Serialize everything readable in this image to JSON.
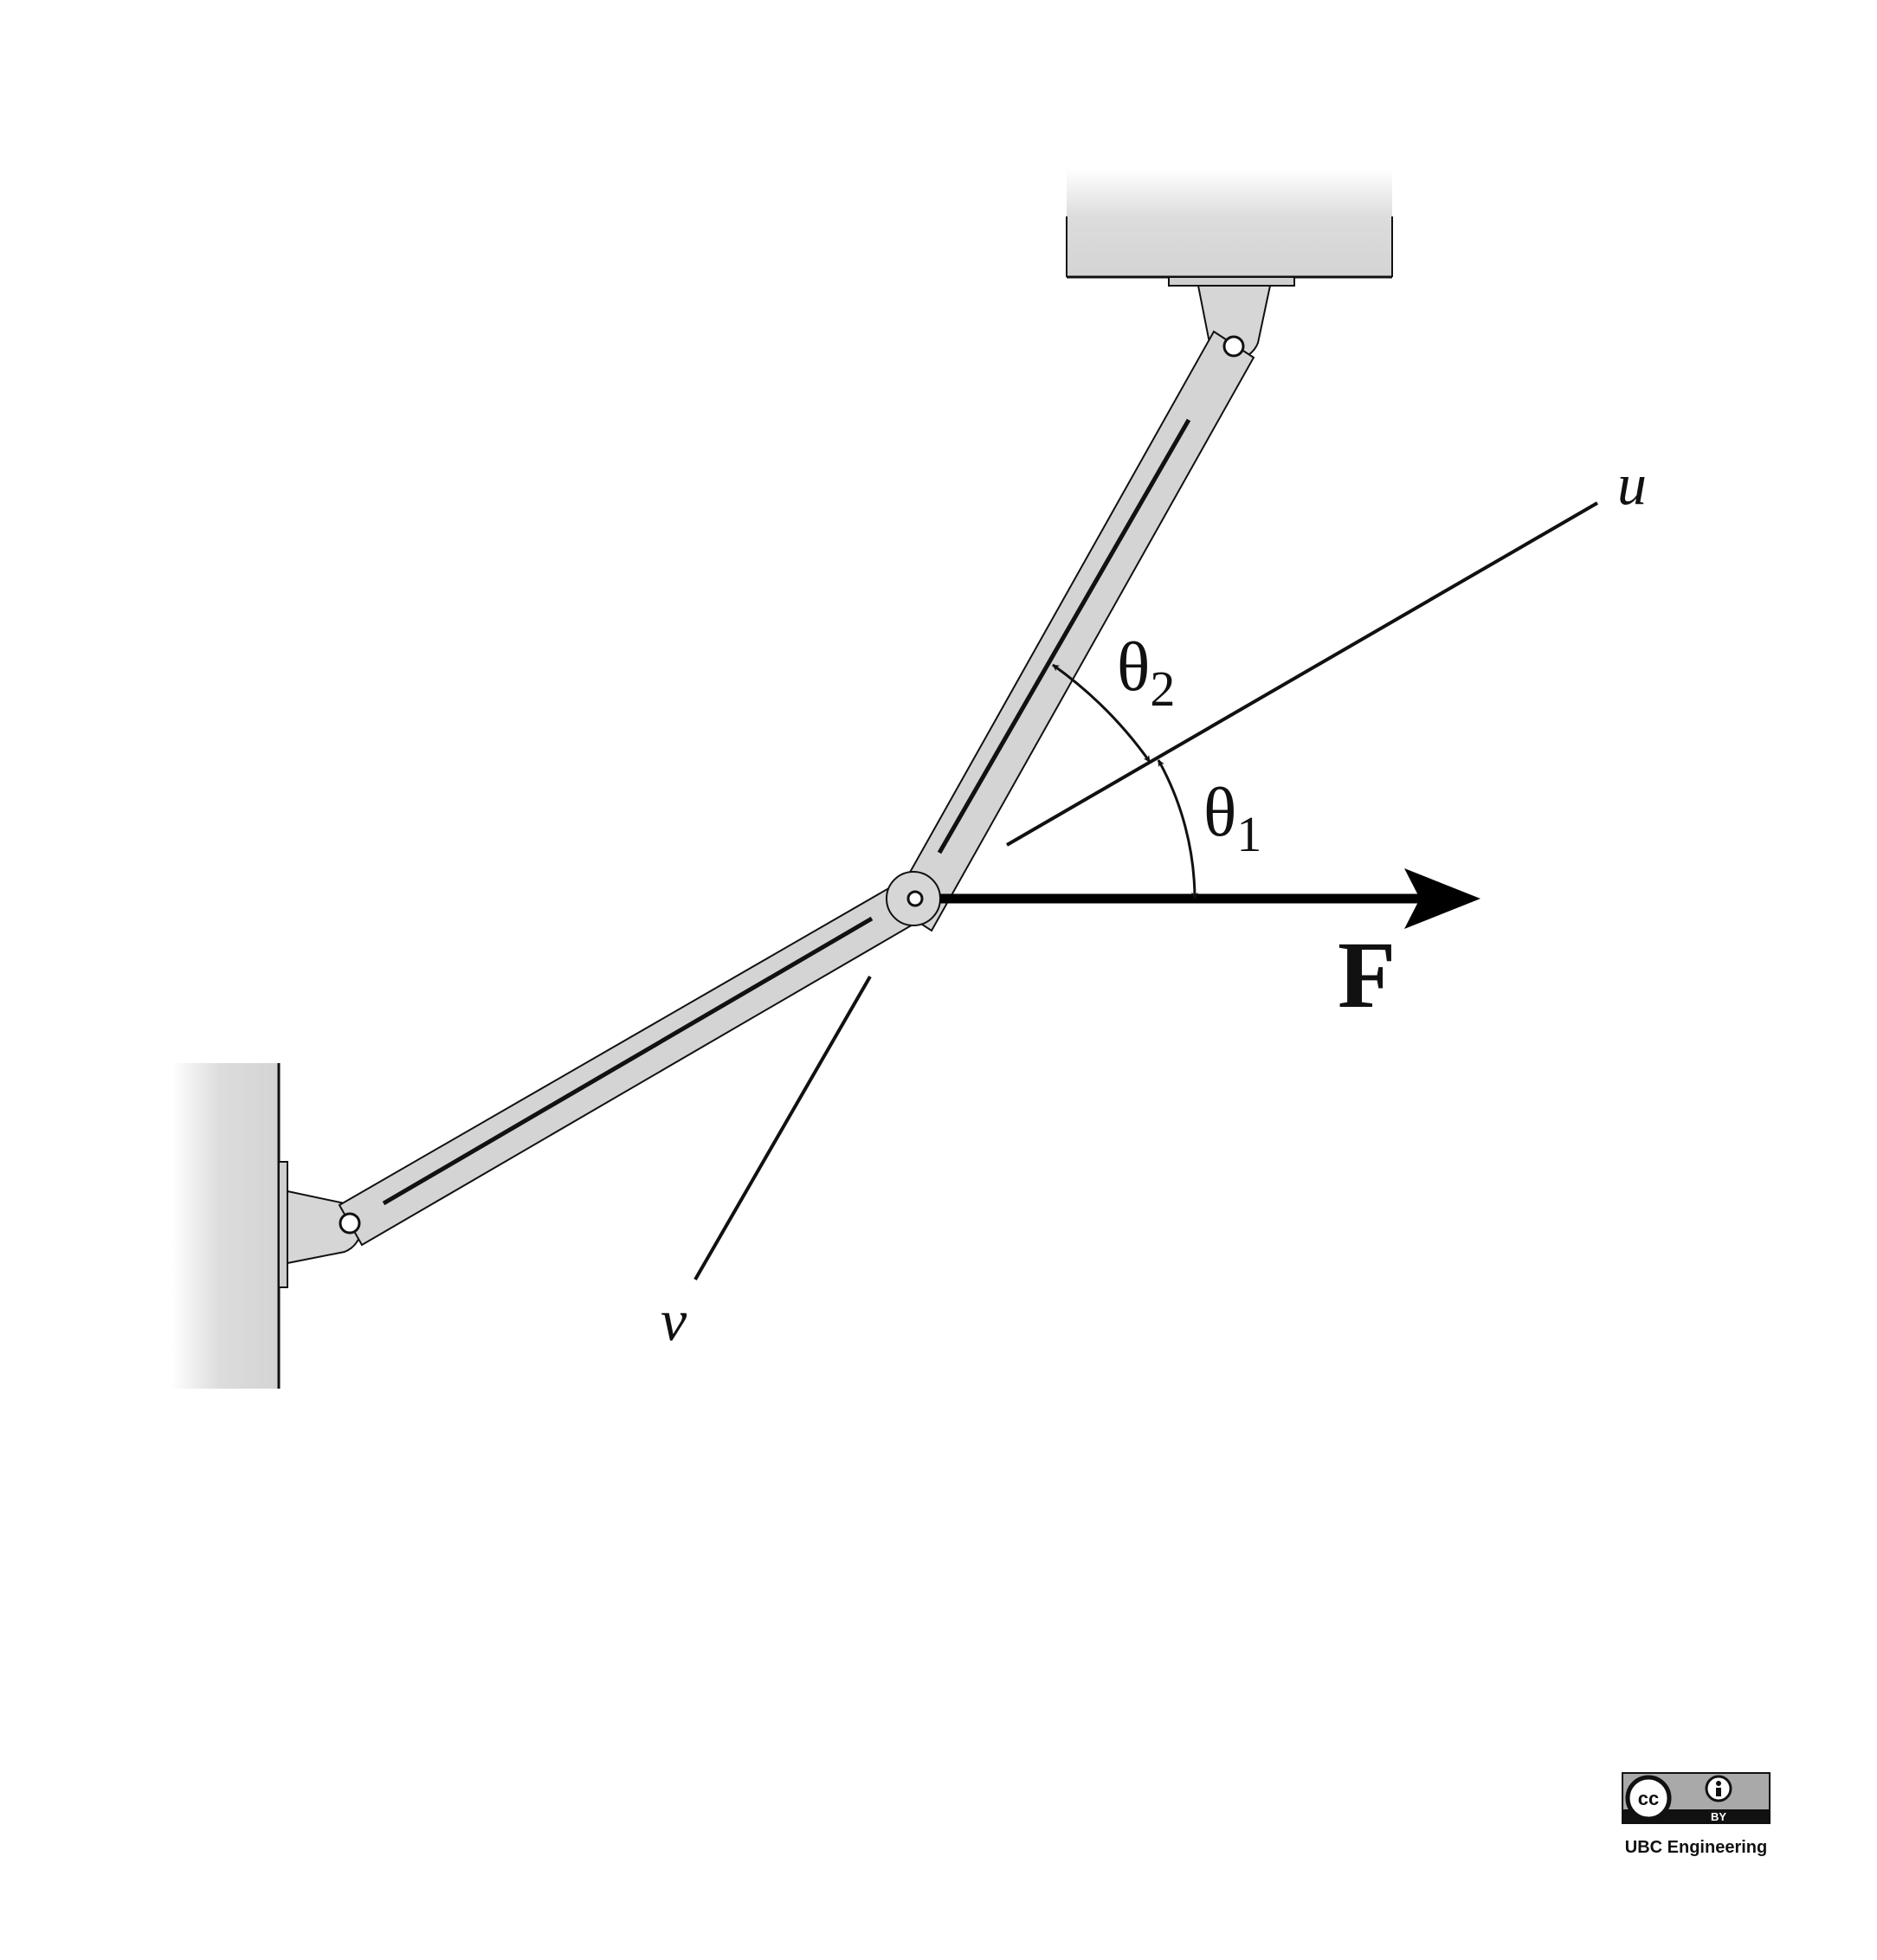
{
  "labels": {
    "axis_u": "u",
    "axis_v": "v",
    "theta": "θ",
    "theta1_sub": "1",
    "theta2_sub": "2",
    "force": "F"
  },
  "license": {
    "cc": "cc",
    "by": "BY",
    "credit": "UBC Engineering"
  },
  "colors": {
    "member_fill": "#d4d4d4",
    "support_fill": "#d8d8d8",
    "line": "#111111",
    "background": "#ffffff"
  }
}
